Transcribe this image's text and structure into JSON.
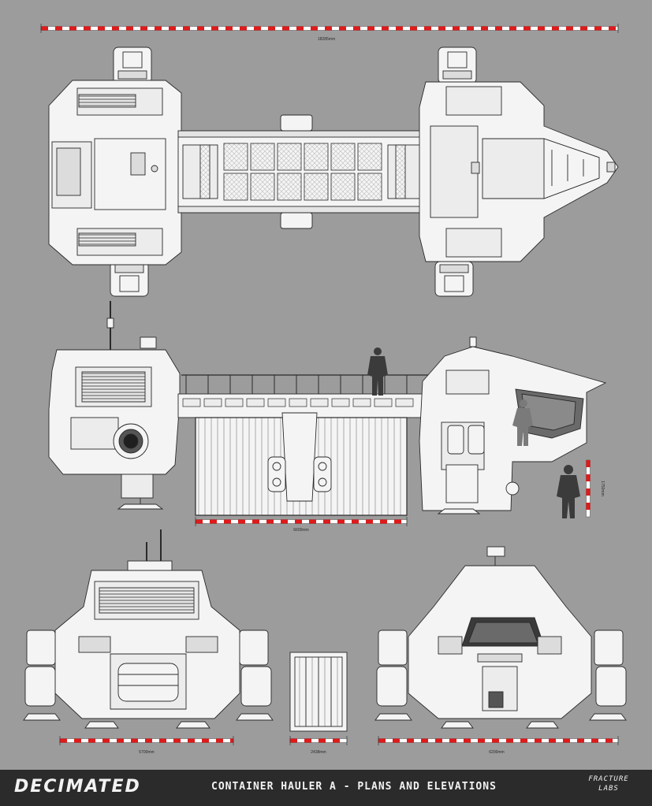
{
  "sheet": {
    "background": "#9c9c9c",
    "line_color": "#2a2a2a",
    "hull_fill": "#f4f4f4",
    "scale_bar_colors": [
      "#e01a1a",
      "#ffffff"
    ]
  },
  "dimensions": {
    "overall_length": "18285mm",
    "container_length": "6600mm",
    "figure_height": "1750mm",
    "rear_width": "5700mm",
    "container_width": "2438mm",
    "front_width": "6200mm"
  },
  "views": {
    "plan": "plan-view",
    "side": "side-elevation",
    "rear": "rear-elevation",
    "container": "container-end",
    "front": "front-elevation"
  },
  "footer": {
    "brand": "DECIMATED",
    "title": "CONTAINER HAULER A - PLANS AND ELEVATIONS",
    "studio_line1": "FRACTURE",
    "studio_line2": "LABS",
    "background": "#2b2b2b"
  }
}
